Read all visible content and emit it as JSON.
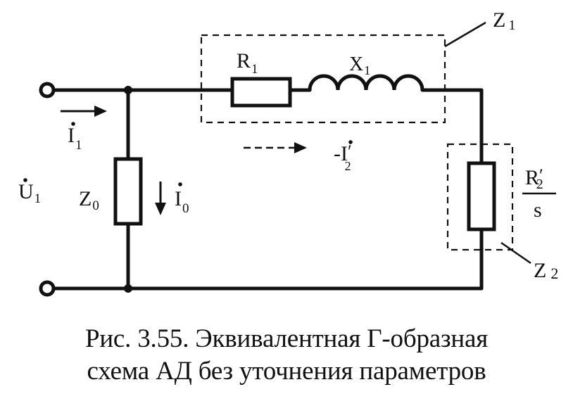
{
  "labels": {
    "z1": "Z",
    "z1_sub": "1",
    "r1": "R",
    "r1_sub": "1",
    "x1": "X",
    "x1_sub": "1",
    "i1": "I",
    "i1_sub": "1",
    "u1": "U",
    "u1_sub": "1",
    "z0": "Z",
    "z0_sub": "0",
    "i0": "I",
    "i0_sub": "0",
    "i2": "-I",
    "i2_sub": "2",
    "i2_prime": "′",
    "r2": "R",
    "r2_sub": "2",
    "r2_prime": "′",
    "s": "s",
    "z2": "Z",
    "z2_sub": "2"
  },
  "caption": {
    "line1": "Рис. 3.55. Эквивалентная Г-образная",
    "line2": "схема АД без уточнения параметров"
  }
}
